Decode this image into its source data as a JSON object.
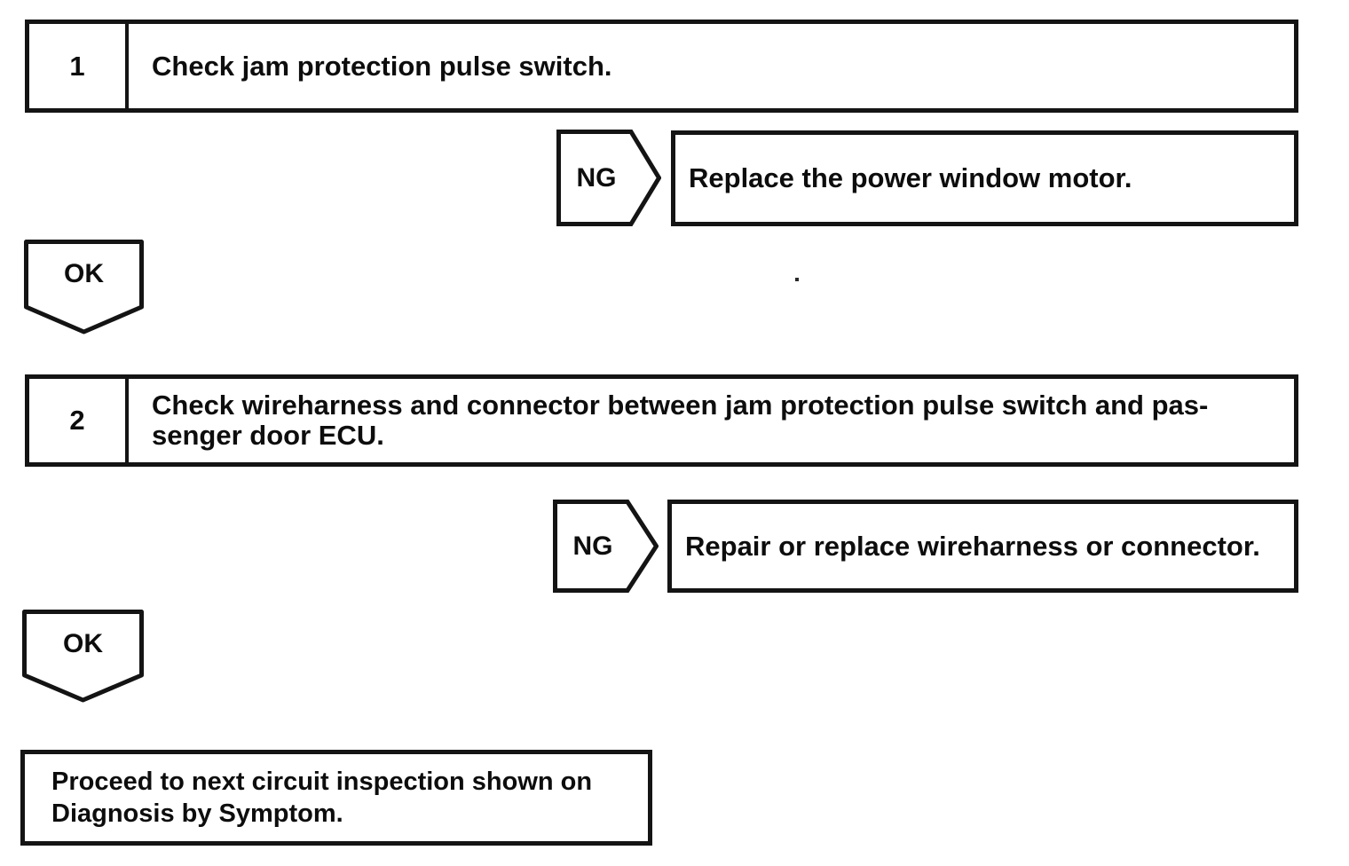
{
  "meta": {
    "background_color": "#ffffff",
    "ink_color": "#141414",
    "document_type": "diagnostic-flowchart"
  },
  "flowchart": {
    "steps": [
      {
        "number": "1",
        "instruction_lines": [
          "Check jam protection pulse switch."
        ],
        "ng_label": "NG",
        "ng_action": "Replace the power window motor.",
        "ok_label": "OK"
      },
      {
        "number": "2",
        "instruction_lines": [
          "Check wireharness and connector between jam protection pulse switch and pas-",
          "senger door ECU."
        ],
        "ng_label": "NG",
        "ng_action": "Repair or replace wireharness or connector.",
        "ok_label": "OK"
      }
    ],
    "result_lines": [
      "Proceed to next circuit inspection shown on",
      "Diagnosis by Symptom."
    ]
  }
}
